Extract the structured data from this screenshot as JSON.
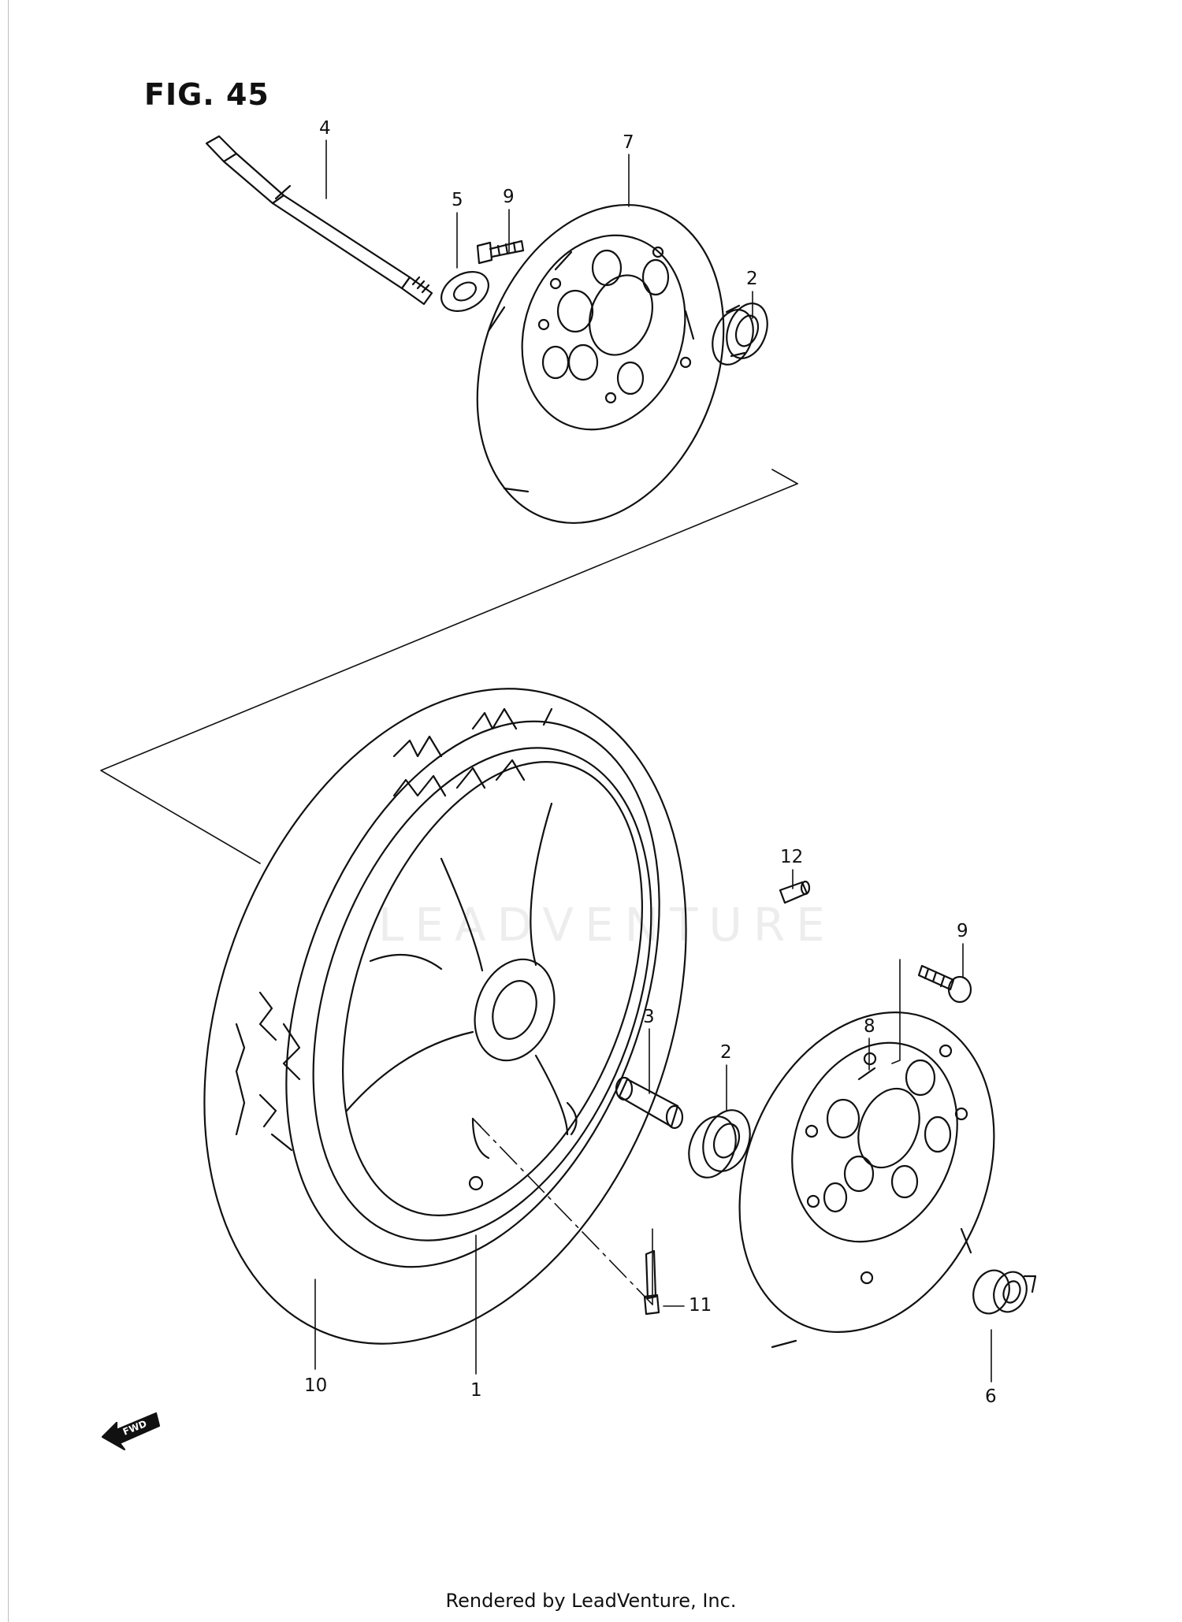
{
  "figure": {
    "title": "FIG. 45"
  },
  "callouts": {
    "p1": "1",
    "p2_top": "2",
    "p2_bottom": "2",
    "p3": "3",
    "p4": "4",
    "p5": "5",
    "p6": "6",
    "p7": "7",
    "p8": "8",
    "p9_top": "9",
    "p9_bottom": "9",
    "p10": "10",
    "p11": "11",
    "p12": "12"
  },
  "fwd_label": "FWD",
  "watermark": "LEADVENTURE",
  "footer": "Rendered by LeadVenture, Inc.",
  "colors": {
    "ink": "#111111",
    "watermark": "#ededed",
    "background": "#ffffff"
  }
}
